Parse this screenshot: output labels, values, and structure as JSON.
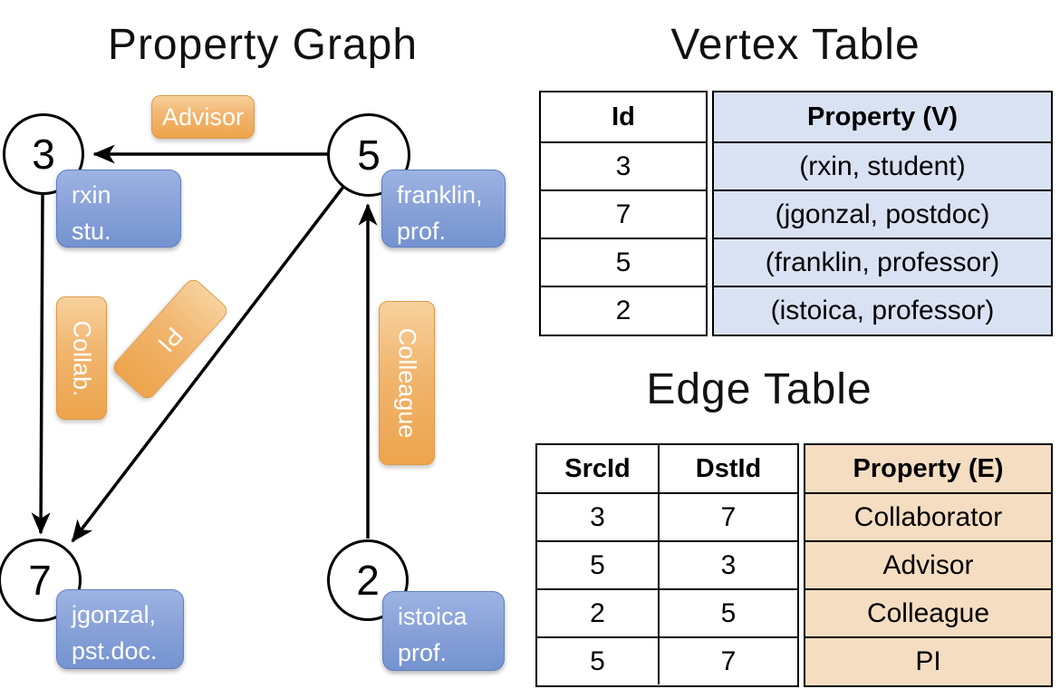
{
  "property_graph": {
    "title": "Property Graph",
    "nodes": [
      {
        "id": "3",
        "property_line1": "rxin",
        "property_line2": "stu."
      },
      {
        "id": "5",
        "property_line1": "franklin,",
        "property_line2": "prof."
      },
      {
        "id": "7",
        "property_line1": "jgonzal,",
        "property_line2": "pst.doc."
      },
      {
        "id": "2",
        "property_line1": "istoica",
        "property_line2": "prof."
      }
    ],
    "edges": [
      {
        "label": "Advisor",
        "from": "5",
        "to": "3"
      },
      {
        "label": "Collab.",
        "from": "3",
        "to": "7"
      },
      {
        "label": "PI",
        "from": "5",
        "to": "7"
      },
      {
        "label": "Colleague",
        "from": "2",
        "to": "5"
      }
    ]
  },
  "vertex_table": {
    "title": "Vertex Table",
    "headers": {
      "id": "Id",
      "property": "Property (V)"
    },
    "rows": [
      {
        "id": "3",
        "property": "(rxin, student)"
      },
      {
        "id": "7",
        "property": "(jgonzal, postdoc)"
      },
      {
        "id": "5",
        "property": "(franklin, professor)"
      },
      {
        "id": "2",
        "property": "(istoica, professor)"
      }
    ]
  },
  "edge_table": {
    "title": "Edge Table",
    "headers": {
      "src": "SrcId",
      "dst": "DstId",
      "property": "Property (E)"
    },
    "rows": [
      {
        "src": "3",
        "dst": "7",
        "property": "Collaborator"
      },
      {
        "src": "5",
        "dst": "3",
        "property": "Advisor"
      },
      {
        "src": "2",
        "dst": "5",
        "property": "Colleague"
      },
      {
        "src": "5",
        "dst": "7",
        "property": "PI"
      }
    ]
  },
  "colors": {
    "edge_label_fill_top": "#f7d19c",
    "edge_label_fill_bottom": "#eda44c",
    "edge_label_border": "#de9a45",
    "vertex_label_fill_top": "#9cb3e3",
    "vertex_label_fill_bottom": "#7493d0",
    "vertex_label_border": "#5f7ec0",
    "vertex_property_cell_bg": "#d8e2f2",
    "edge_property_cell_bg": "#f5ddc2",
    "edge_line": "#000000",
    "label_text": "#ffffff"
  }
}
